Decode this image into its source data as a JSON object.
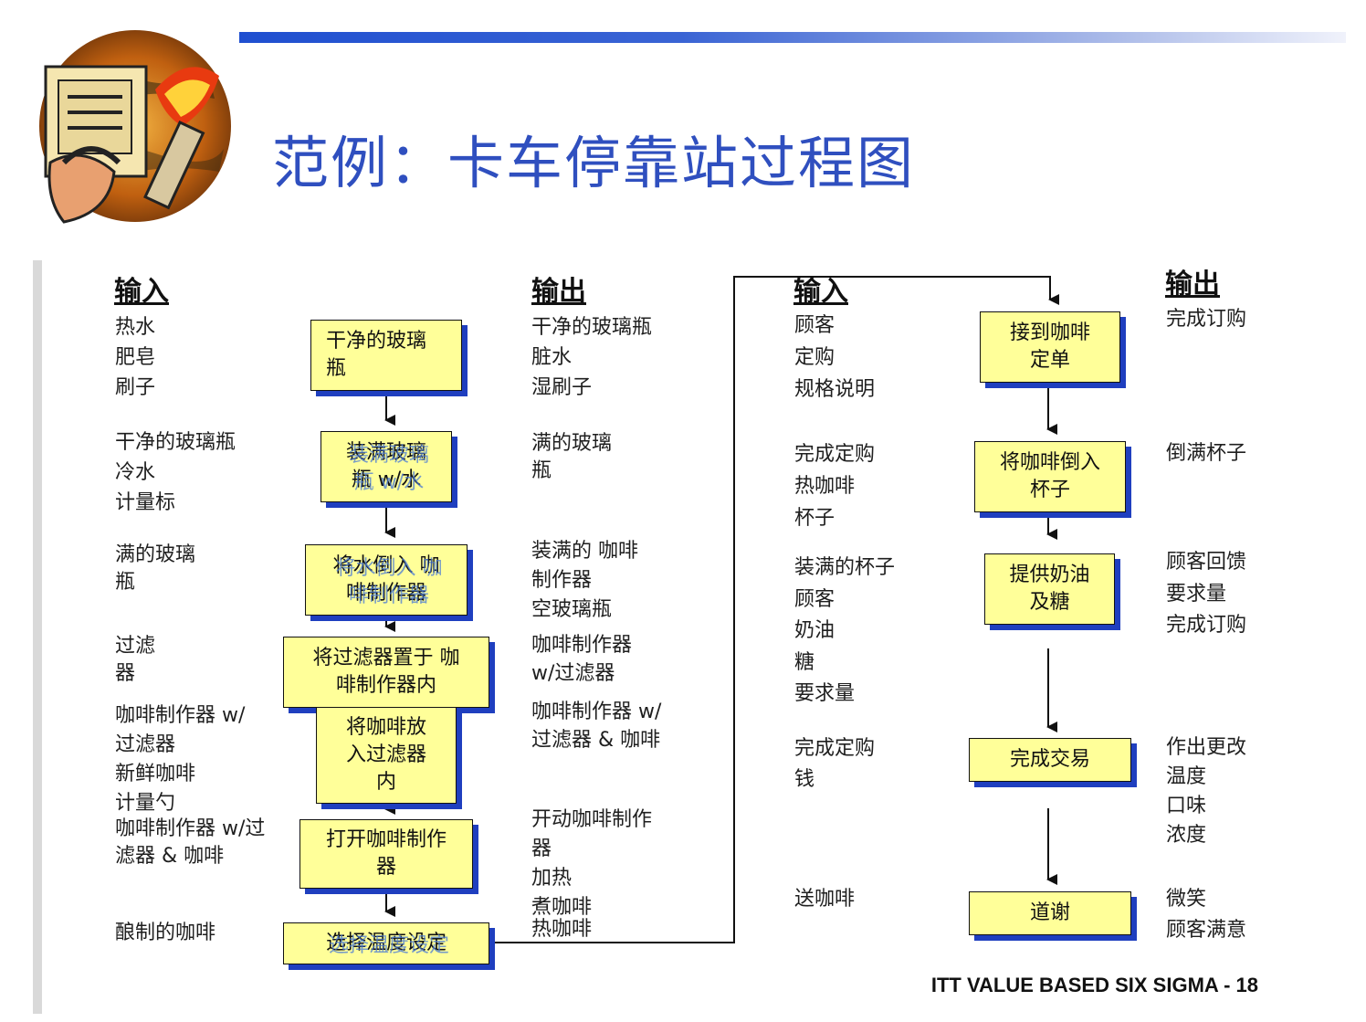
{
  "title": "范例：卡车停靠站过程图",
  "footer": "ITT VALUE BASED SIX SIGMA - 18",
  "left": {
    "input_header": "输入",
    "output_header": "输出",
    "inputs": [
      "热水\n肥皂\n刷子",
      "干净的玻璃瓶\n冷水\n计量标",
      "满的玻璃\n瓶",
      "过滤\n器",
      "咖啡制作器 w/\n过滤器\n新鲜咖啡\n计量勺",
      "咖啡制作器 w/过\n滤器 & 咖啡",
      "酿制的咖啡"
    ],
    "steps": [
      "干净的玻璃\n瓶",
      "装满玻璃\n瓶 w/水",
      "将水倒入 咖\n啡制作器",
      "将过滤器置于 咖\n啡制作器内",
      "将咖啡放\n入过滤器\n内",
      "打开咖啡制作\n器",
      "选择温度设定"
    ],
    "outputs": [
      "干净的玻璃瓶\n脏水\n湿刷子",
      "满的玻璃\n瓶",
      "装满的 咖啡\n制作器\n空玻璃瓶",
      "咖啡制作器\nw/过滤器",
      "咖啡制作器 w/\n过滤器 & 咖啡",
      "开动咖啡制作\n器\n加热",
      "煮咖啡\n热咖啡"
    ]
  },
  "right": {
    "input_header": "输入",
    "output_header": "输出",
    "inputs": [
      "顾客\n定购\n规格说明",
      "完成定购\n热咖啡\n杯子",
      "装满的杯子\n顾客\n奶油\n糖\n要求量",
      "完成定购\n钱",
      "送咖啡"
    ],
    "steps": [
      "接到咖啡\n定单",
      "将咖啡倒入\n杯子",
      "提供奶油\n及糖",
      "完成交易",
      "道谢"
    ],
    "outputs": [
      "完成订购",
      "倒满杯子",
      "顾客回馈\n要求量\n完成订购",
      "作出更改\n温度\n口味\n浓度",
      "微笑\n顾客满意"
    ]
  }
}
